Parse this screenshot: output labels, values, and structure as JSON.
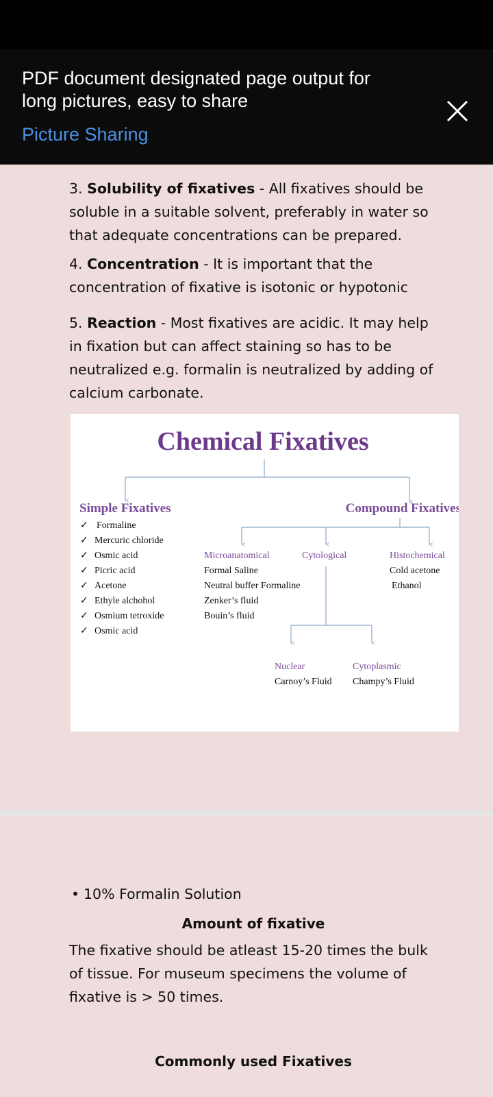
{
  "share_header": {
    "title": "PDF document designated page output for long pictures, easy to share",
    "link": "Picture Sharing"
  },
  "page1": {
    "items": [
      {
        "number": "3. ",
        "term": "Solubility of fixatives",
        "text": " - All fixatives should be soluble in a suitable solvent, preferably in water so that adequate concentrations can be prepared."
      },
      {
        "number": "4. ",
        "term": "Concentration",
        "text": " - It is important that the concentration of fixative is isotonic or hypotonic"
      },
      {
        "number": "5. ",
        "term": "Reaction",
        "text": " - Most fixatives are acidic. It may help in fixation but can affect staining so has to be neutralized e.g. formalin is neutralized by adding of calcium carbonate."
      }
    ],
    "figure": {
      "title": "Chemical Fixatives",
      "simple": {
        "label": "Simple Fixatives",
        "check": "✓",
        "items": [
          "Formaline",
          "Mercuric chloride",
          "Osmic acid",
          "Picric acid",
          "Acetone",
          "Ethyle alchohol",
          "Osmium tetroxide",
          "Osmic acid"
        ]
      },
      "compound": {
        "label": "Compound Fixatives",
        "microanatomical": {
          "label": "Microanatomical",
          "items": [
            "Formal Saline",
            "Neutral buffer Formaline",
            "Zenker’s fluid",
            "Bouin’s fluid"
          ]
        },
        "cytological": {
          "label": "Cytological",
          "nuclear": {
            "label": "Nuclear",
            "items": [
              "Carnoy’s Fluid"
            ]
          },
          "cytoplasmic": {
            "label": "Cytoplasmic",
            "items": [
              "Champy’s Fluid"
            ]
          }
        },
        "histochemical": {
          "label": "Histochemical",
          "items": [
            "Cold acetone",
            "Ethanol"
          ]
        }
      },
      "colors": {
        "title": "#6b3a8a",
        "label": "#7a4a9a",
        "line": "#8aa8c8",
        "text": "#111111"
      }
    }
  },
  "page2": {
    "amount_heading": "Amount of fixative",
    "amount_text": "The fixative should be atleast 15-20 times the bulk of tissue. For museum specimens the volume of fixative is > 50 times.",
    "common_heading": "Commonly used Fixatives",
    "common_items": [
      "10% Formalin Solution"
    ]
  }
}
